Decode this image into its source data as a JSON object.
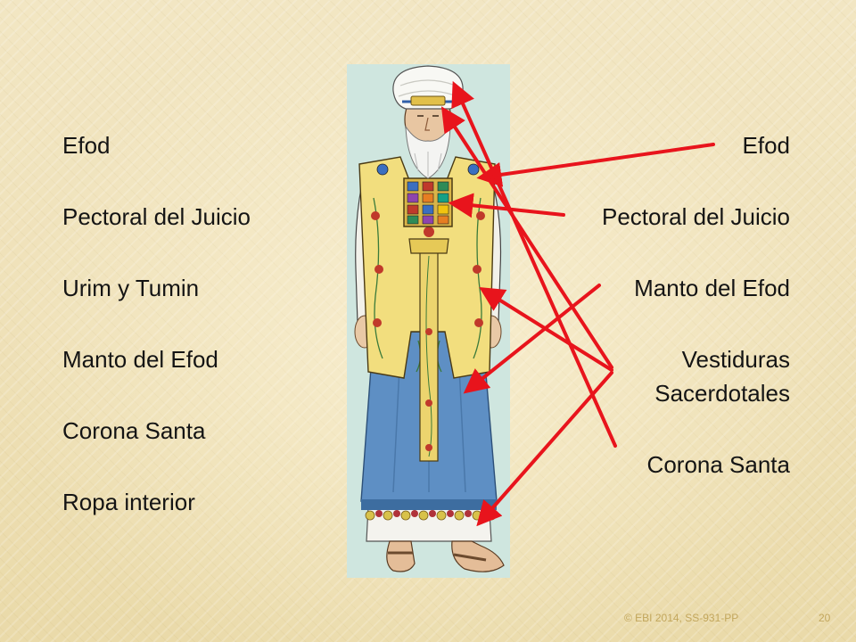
{
  "left_labels": [
    "Efod",
    "Pectoral del Juicio",
    "Urim y Tumin",
    "Manto del Efod",
    "Corona Santa",
    "Ropa interior"
  ],
  "right_labels": [
    "Efod",
    "Pectoral del Juicio",
    "Manto del Efod",
    "Vestiduras Sacerdotales",
    "Corona Santa"
  ],
  "footer": {
    "credit": "© EBI 2014, SS-931-PP",
    "page_number": "20"
  },
  "colors": {
    "arrow": "#e8141c",
    "background": "#efe3bd",
    "text": "#141414"
  }
}
